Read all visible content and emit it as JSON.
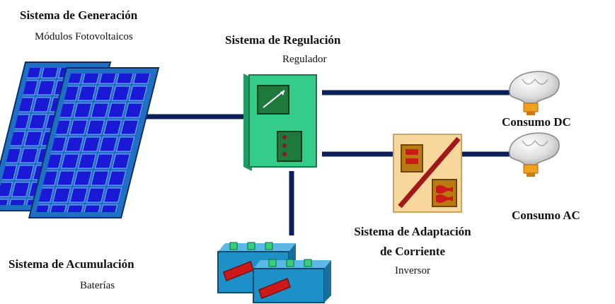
{
  "systems": {
    "generation": {
      "title": "Sistema de Generación",
      "subtitle": "Módulos Fotovoltaicos"
    },
    "regulation": {
      "title": "Sistema de Regulación",
      "subtitle": "Regulador"
    },
    "accumulation": {
      "title": "Sistema de Acumulación",
      "subtitle": "Baterías"
    },
    "adaptation": {
      "title_line1": "Sistema de Adaptación",
      "title_line2": "de Corriente",
      "subtitle": "Inversor"
    }
  },
  "loads": {
    "dc": "Consumo DC",
    "ac": "Consumo AC"
  },
  "colors": {
    "wire": "#0b1f5a",
    "panel_frame": "#1f6fc5",
    "panel_cell": "#1a1ad6",
    "regulator": "#33cc88",
    "inverter": "#f7d79c",
    "battery": "#1e90c8",
    "battery_terminal": "#33d07a",
    "battery_label": "#cc1a1a",
    "bulb": "#d9d9d9",
    "bulb_base": "#f0a020"
  }
}
